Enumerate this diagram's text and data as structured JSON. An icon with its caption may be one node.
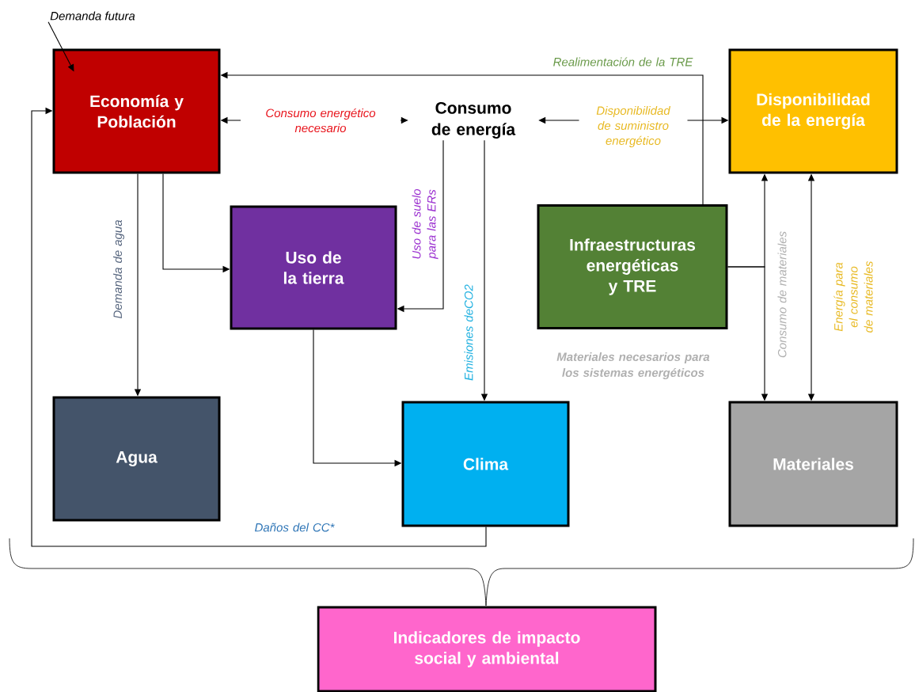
{
  "diagram": {
    "nodes": [
      {
        "text": [
          "Economía y Población"
        ]
      },
      {
        "text": [
          "Consumo de energía"
        ]
      },
      {
        "text": [
          "Disponibilidad de la energía"
        ]
      },
      {
        "text": [
          "Uso de la tierra"
        ]
      },
      {
        "text": [
          "Infraestructuras energéticas y TRE"
        ],
        "beside": [
          "Materiales necesarios para los sistemas energéticos"
        ]
      },
      {
        "text": [
          "Agua"
        ]
      },
      {
        "text": [
          "Clima"
        ]
      },
      {
        "text": [
          "Materiales"
        ]
      },
      {
        "text": [
          "Indicadores de impacto social y ambiental"
        ]
      },
      {
        "text": [
          "Demanda futura"
        ]
      }
    ],
    "edges": [
      {
        "from": 0,
        "to": 1,
        "arrow": "both",
        "label": "Consumo energético necesario"
      },
      {
        "from": 1,
        "to": 2,
        "arrow": "both",
        "label": "Disponibilidad de suministro energético"
      },
      {
        "from": 4,
        "to": 0,
        "arrow": "to",
        "label": "Realimentación de la TRE"
      },
      {
        "from": 0,
        "to": 3,
        "arrow": "to"
      },
      {
        "from": 0,
        "to": 5,
        "arrow": "to",
        "label": "Demanda de agua"
      },
      {
        "from": 1,
        "to": 3,
        "arrow": "to",
        "label": "Uso de suelo para las ERs"
      },
      {
        "from": 1,
        "to": 6,
        "arrow": "to",
        "label": "Emisiones deCO2"
      },
      {
        "from": 3,
        "to": 6,
        "arrow": "to"
      },
      {
        "from": 6,
        "to": 0,
        "arrow": "to",
        "label": "Daños del CC*"
      },
      {
        "from": 4,
        "to": 2,
        "arrow": "to"
      },
      {
        "from": 4,
        "to": 7,
        "arrow": "to",
        "label": "Consumo de materiales"
      },
      {
        "from": 2,
        "to": 7,
        "arrow": "both",
        "label": "Energía para el consumo de materiales"
      },
      {
        "from": 9,
        "to": 0,
        "arrow": "to"
      }
    ]
  }
}
